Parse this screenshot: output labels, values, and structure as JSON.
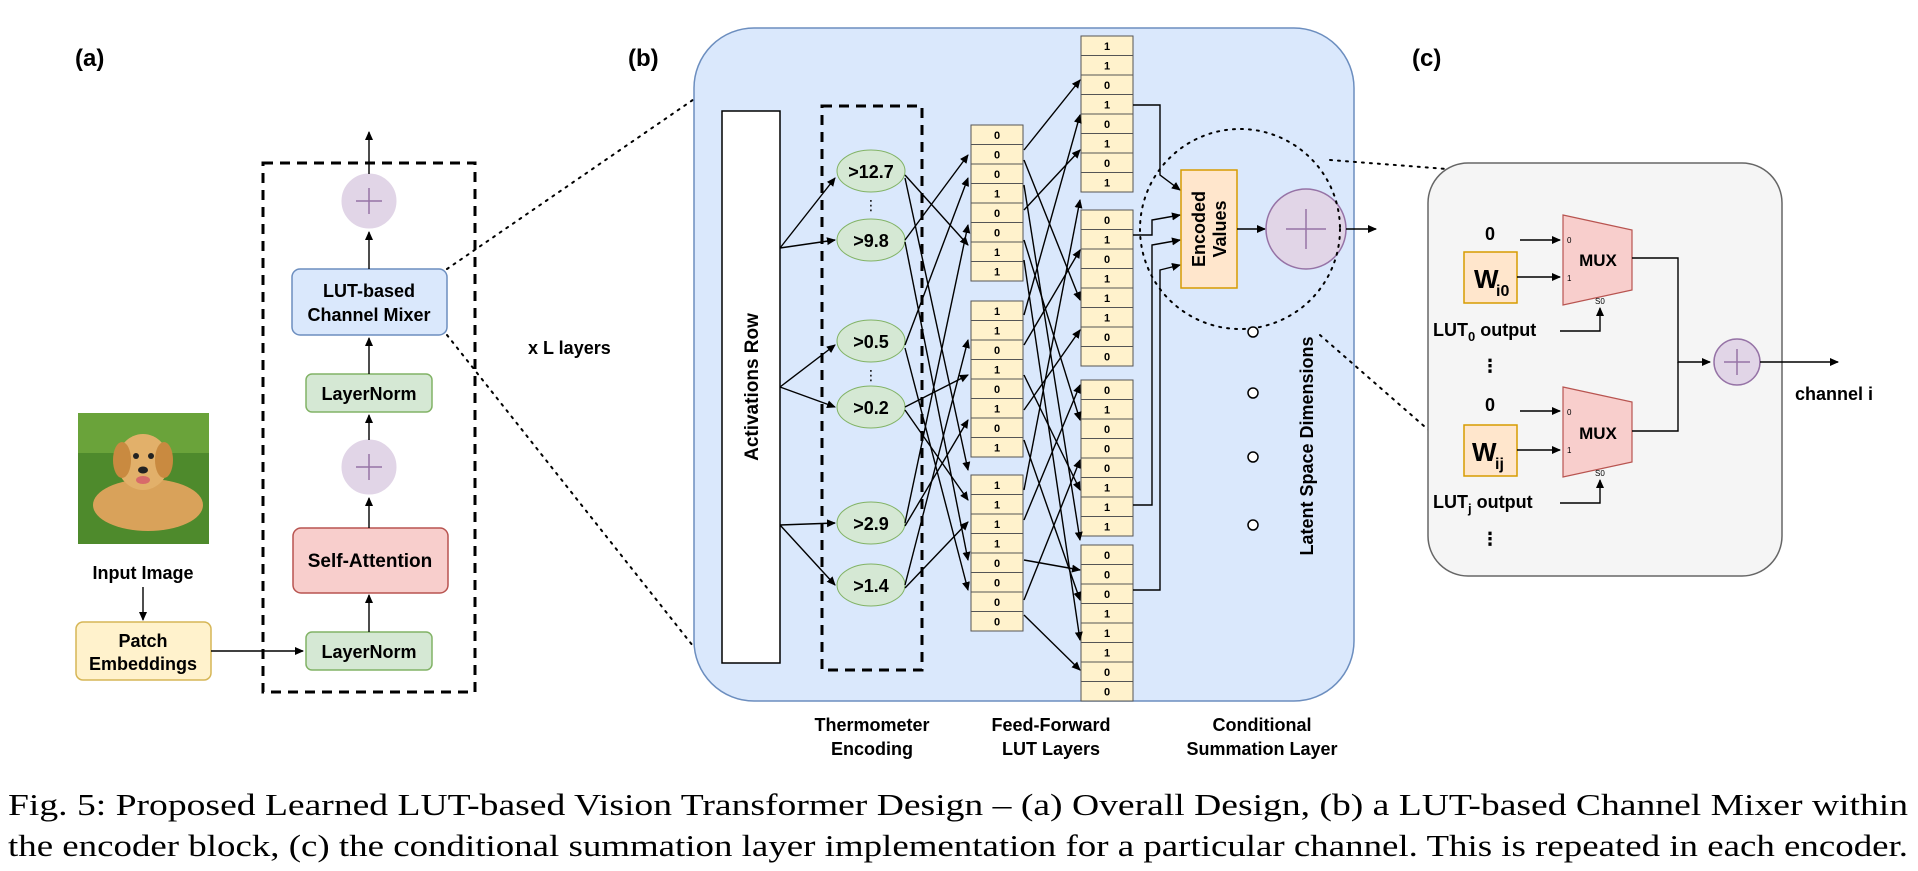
{
  "panels": {
    "a": "(a)",
    "b": "(b)",
    "c": "(c)"
  },
  "panel_a": {
    "input_image": "Input Image",
    "patch_embeddings": [
      "Patch",
      "Embeddings"
    ],
    "layernorm_bottom": "LayerNorm",
    "self_attention": "Self-Attention",
    "layernorm_top": "LayerNorm",
    "channel_mixer": [
      "LUT-based",
      "Channel Mixer"
    ],
    "repeat_label": "x L  layers"
  },
  "panel_b": {
    "activations_row": "Activations Row",
    "thresholds": [
      ">12.7",
      ">9.8",
      ">0.5",
      ">0.2",
      ">2.9",
      ">1.4"
    ],
    "lut_columns": [
      [
        "0",
        "0",
        "0",
        "1",
        "0",
        "0",
        "1",
        "1"
      ],
      [
        "1",
        "1",
        "0",
        "1",
        "0",
        "1",
        "0",
        "1"
      ],
      [
        "1",
        "1",
        "1",
        "1",
        "0",
        "0",
        "0",
        "0"
      ]
    ],
    "lut_right": [
      [
        "1",
        "1",
        "0",
        "1",
        "0",
        "1",
        "0",
        "1"
      ],
      [
        "0",
        "1",
        "0",
        "1",
        "1",
        "1",
        "0",
        "0"
      ],
      [
        "0",
        "1",
        "0",
        "0",
        "0",
        "1",
        "1",
        "1"
      ],
      [
        "0",
        "0",
        "0",
        "1",
        "1",
        "1",
        "0",
        "0"
      ]
    ],
    "encoded_values": [
      "Encoded",
      "Values"
    ],
    "latent_dims": "Latent Space Dimensions",
    "footer": {
      "thermometer": [
        "Thermometer",
        "Encoding"
      ],
      "feedforward": [
        "Feed-Forward",
        "LUT Layers"
      ],
      "summation": [
        "Conditional",
        "Summation Layer"
      ]
    }
  },
  "panel_c": {
    "zero_top": "0",
    "w_i0": "W",
    "w_i0_sub": "i0",
    "mux_label": "MUX",
    "lut0_output": "LUT",
    "lut0_sub": "0",
    "lut0_tail": " output",
    "ellipsis": "⋮",
    "zero_bottom": "0",
    "w_ij": "W",
    "w_ij_sub": "ij",
    "lutj_output": "LUT",
    "lutj_sub": "j",
    "lutj_tail": " output",
    "channel": "channel i",
    "mux_in0": "0",
    "mux_in1": "1",
    "mux_sel": "S0"
  },
  "caption": [
    "Fig. 5: Proposed Learned LUT-based Vision Transformer Design – (a) Overall Design, (b) a LUT-based Channel Mixer within",
    "the encoder block, (c) the conditional summation layer implementation for a particular channel. This is repeated in each encoder."
  ],
  "colors": {
    "green": "#d5e8d4",
    "green_stroke": "#82b366",
    "red": "#f8cecc",
    "red_stroke": "#b85450",
    "blue": "#dae8fc",
    "blue_stroke": "#6c8ebf",
    "yellow": "#fff2cc",
    "yellow_stroke": "#d6b656",
    "orange": "#ffe6cc",
    "orange_stroke": "#d79b00",
    "purple": "#e1d5e7",
    "purple_stroke": "#9673a6"
  }
}
